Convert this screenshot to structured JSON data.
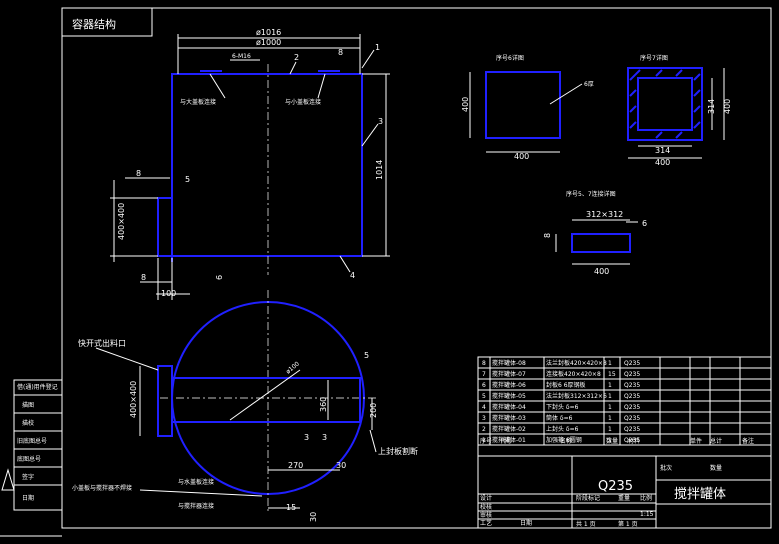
{
  "title_box": "容器结构",
  "top_view": {
    "dim_outer": "ø1016",
    "dim_inner": "ø1000",
    "nozzle_label": "6-M16",
    "leader_left": "与大盖板连接",
    "leader_right": "与小盖板连接",
    "dim_height": "1014",
    "dim_t": "8",
    "dim_opening": "400×400",
    "dim_gap": "8",
    "dim_flange": "100",
    "dim_6": "6",
    "dim_top_small": "8",
    "parts": [
      "1",
      "2",
      "3",
      "4",
      "5"
    ]
  },
  "bottom_view": {
    "outlet_label": "快开式出料口",
    "dim_opening": "400×400",
    "dim_radius": "ø100",
    "dim_360": "360",
    "dim_200": "200",
    "dim_3a": "3",
    "dim_3b": "3",
    "dim_270": "270",
    "dim_30a": "30",
    "dim_15": "15",
    "dim_30b": "30",
    "cut_label": "上封板割断",
    "note_a": "小盖板与搅拌器不焊接",
    "note_b": "与水盖板连接",
    "note_c": "与搅拌器连接",
    "part": "5"
  },
  "detail_a": {
    "title": "序号6详图",
    "dim_w": "400",
    "dim_h": "400",
    "leader": "6厚"
  },
  "detail_b": {
    "title": "序号7详图",
    "dim_inner_w": "314",
    "dim_outer_w": "400",
    "dim_inner_h": "314",
    "dim_outer_h": "400"
  },
  "detail_c": {
    "title": "序号5、7连接详图",
    "dim_top": "312×312",
    "dim_right": "6",
    "dim_left": "8",
    "dim_bottom": "400"
  },
  "bom": {
    "rows": [
      [
        "8",
        "搅拌罐体-08",
        "法兰封板420×420×8",
        "1",
        "Q235"
      ],
      [
        "7",
        "搅拌罐体-07",
        "连接板420×420×8",
        "15",
        "Q235"
      ],
      [
        "6",
        "搅拌罐体-06",
        "封板6 6厚钢板",
        "1",
        "Q235"
      ],
      [
        "5",
        "搅拌罐体-05",
        "法兰封板312×312×6",
        "1",
        "Q235"
      ],
      [
        "4",
        "搅拌罐体-04",
        "下封头 δ=6",
        "1",
        "Q235"
      ],
      [
        "3",
        "搅拌罐体-03",
        "筒体 δ=6",
        "1",
        "Q235"
      ],
      [
        "2",
        "搅拌罐体-02",
        "上封头 δ=6",
        "1",
        "Q235"
      ],
      [
        "1",
        "搅拌罐体-01",
        "加强箍 6圆钢",
        "1",
        "Q235"
      ]
    ],
    "header": [
      "序号",
      "代号",
      "名称",
      "数量",
      "材料",
      "单件",
      "总计",
      "备注"
    ],
    "header_sub": "重量 kg"
  },
  "title_block": {
    "material": "Q235",
    "drawing_name": "搅拌罐体",
    "scale": "1:15",
    "sheet_total": "共 1 页",
    "sheet_no": "第 1 页",
    "rows_left": [
      "设计",
      "校核",
      "审核",
      "工艺"
    ],
    "stage_label": "阶段标记",
    "weight_label": "重量",
    "scale_label": "比例",
    "date_label": "日期",
    "side_labels": [
      "批次",
      "数量"
    ]
  },
  "left_strip": [
    "借(通)用件登记",
    "描图",
    "描校",
    "旧底图总号",
    "底图总号",
    "签字",
    "日期"
  ]
}
